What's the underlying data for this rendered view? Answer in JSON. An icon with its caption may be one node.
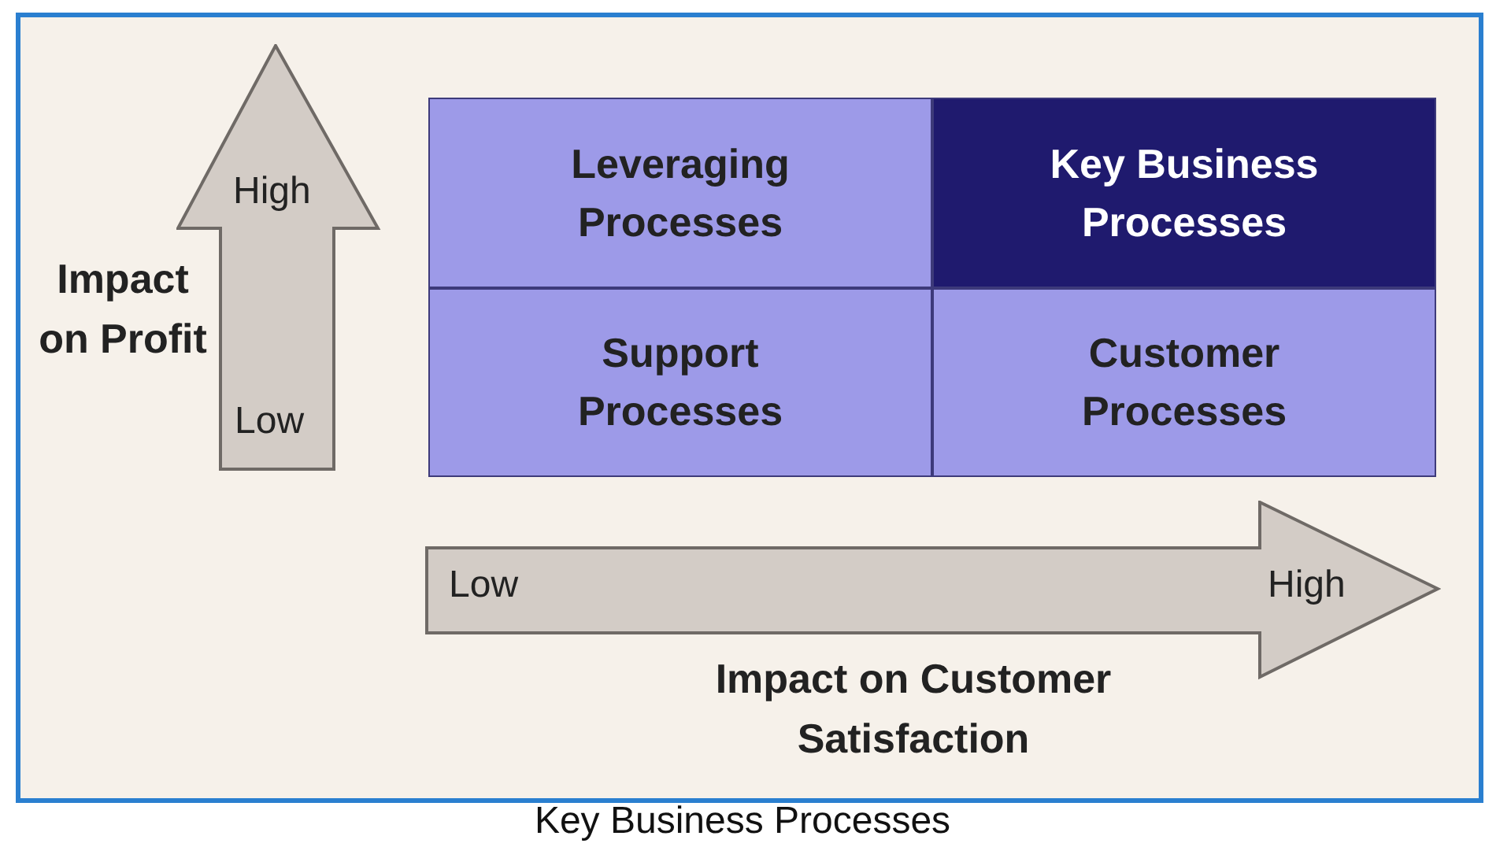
{
  "diagram": {
    "caption": "Key Business Processes",
    "nodes": [
      {
        "text": [
          "High",
          "Low"
        ]
      },
      {
        "text": [
          "Leveraging Processes"
        ]
      },
      {
        "text": [
          "Key Business Processes"
        ]
      },
      {
        "text": [
          "Support Processes"
        ]
      },
      {
        "text": [
          "Customer Processes"
        ]
      },
      {
        "text": [
          "Low",
          "High"
        ]
      }
    ],
    "labels": [
      "Impact on Profit",
      "Impact on Customer Satisfaction"
    ]
  }
}
